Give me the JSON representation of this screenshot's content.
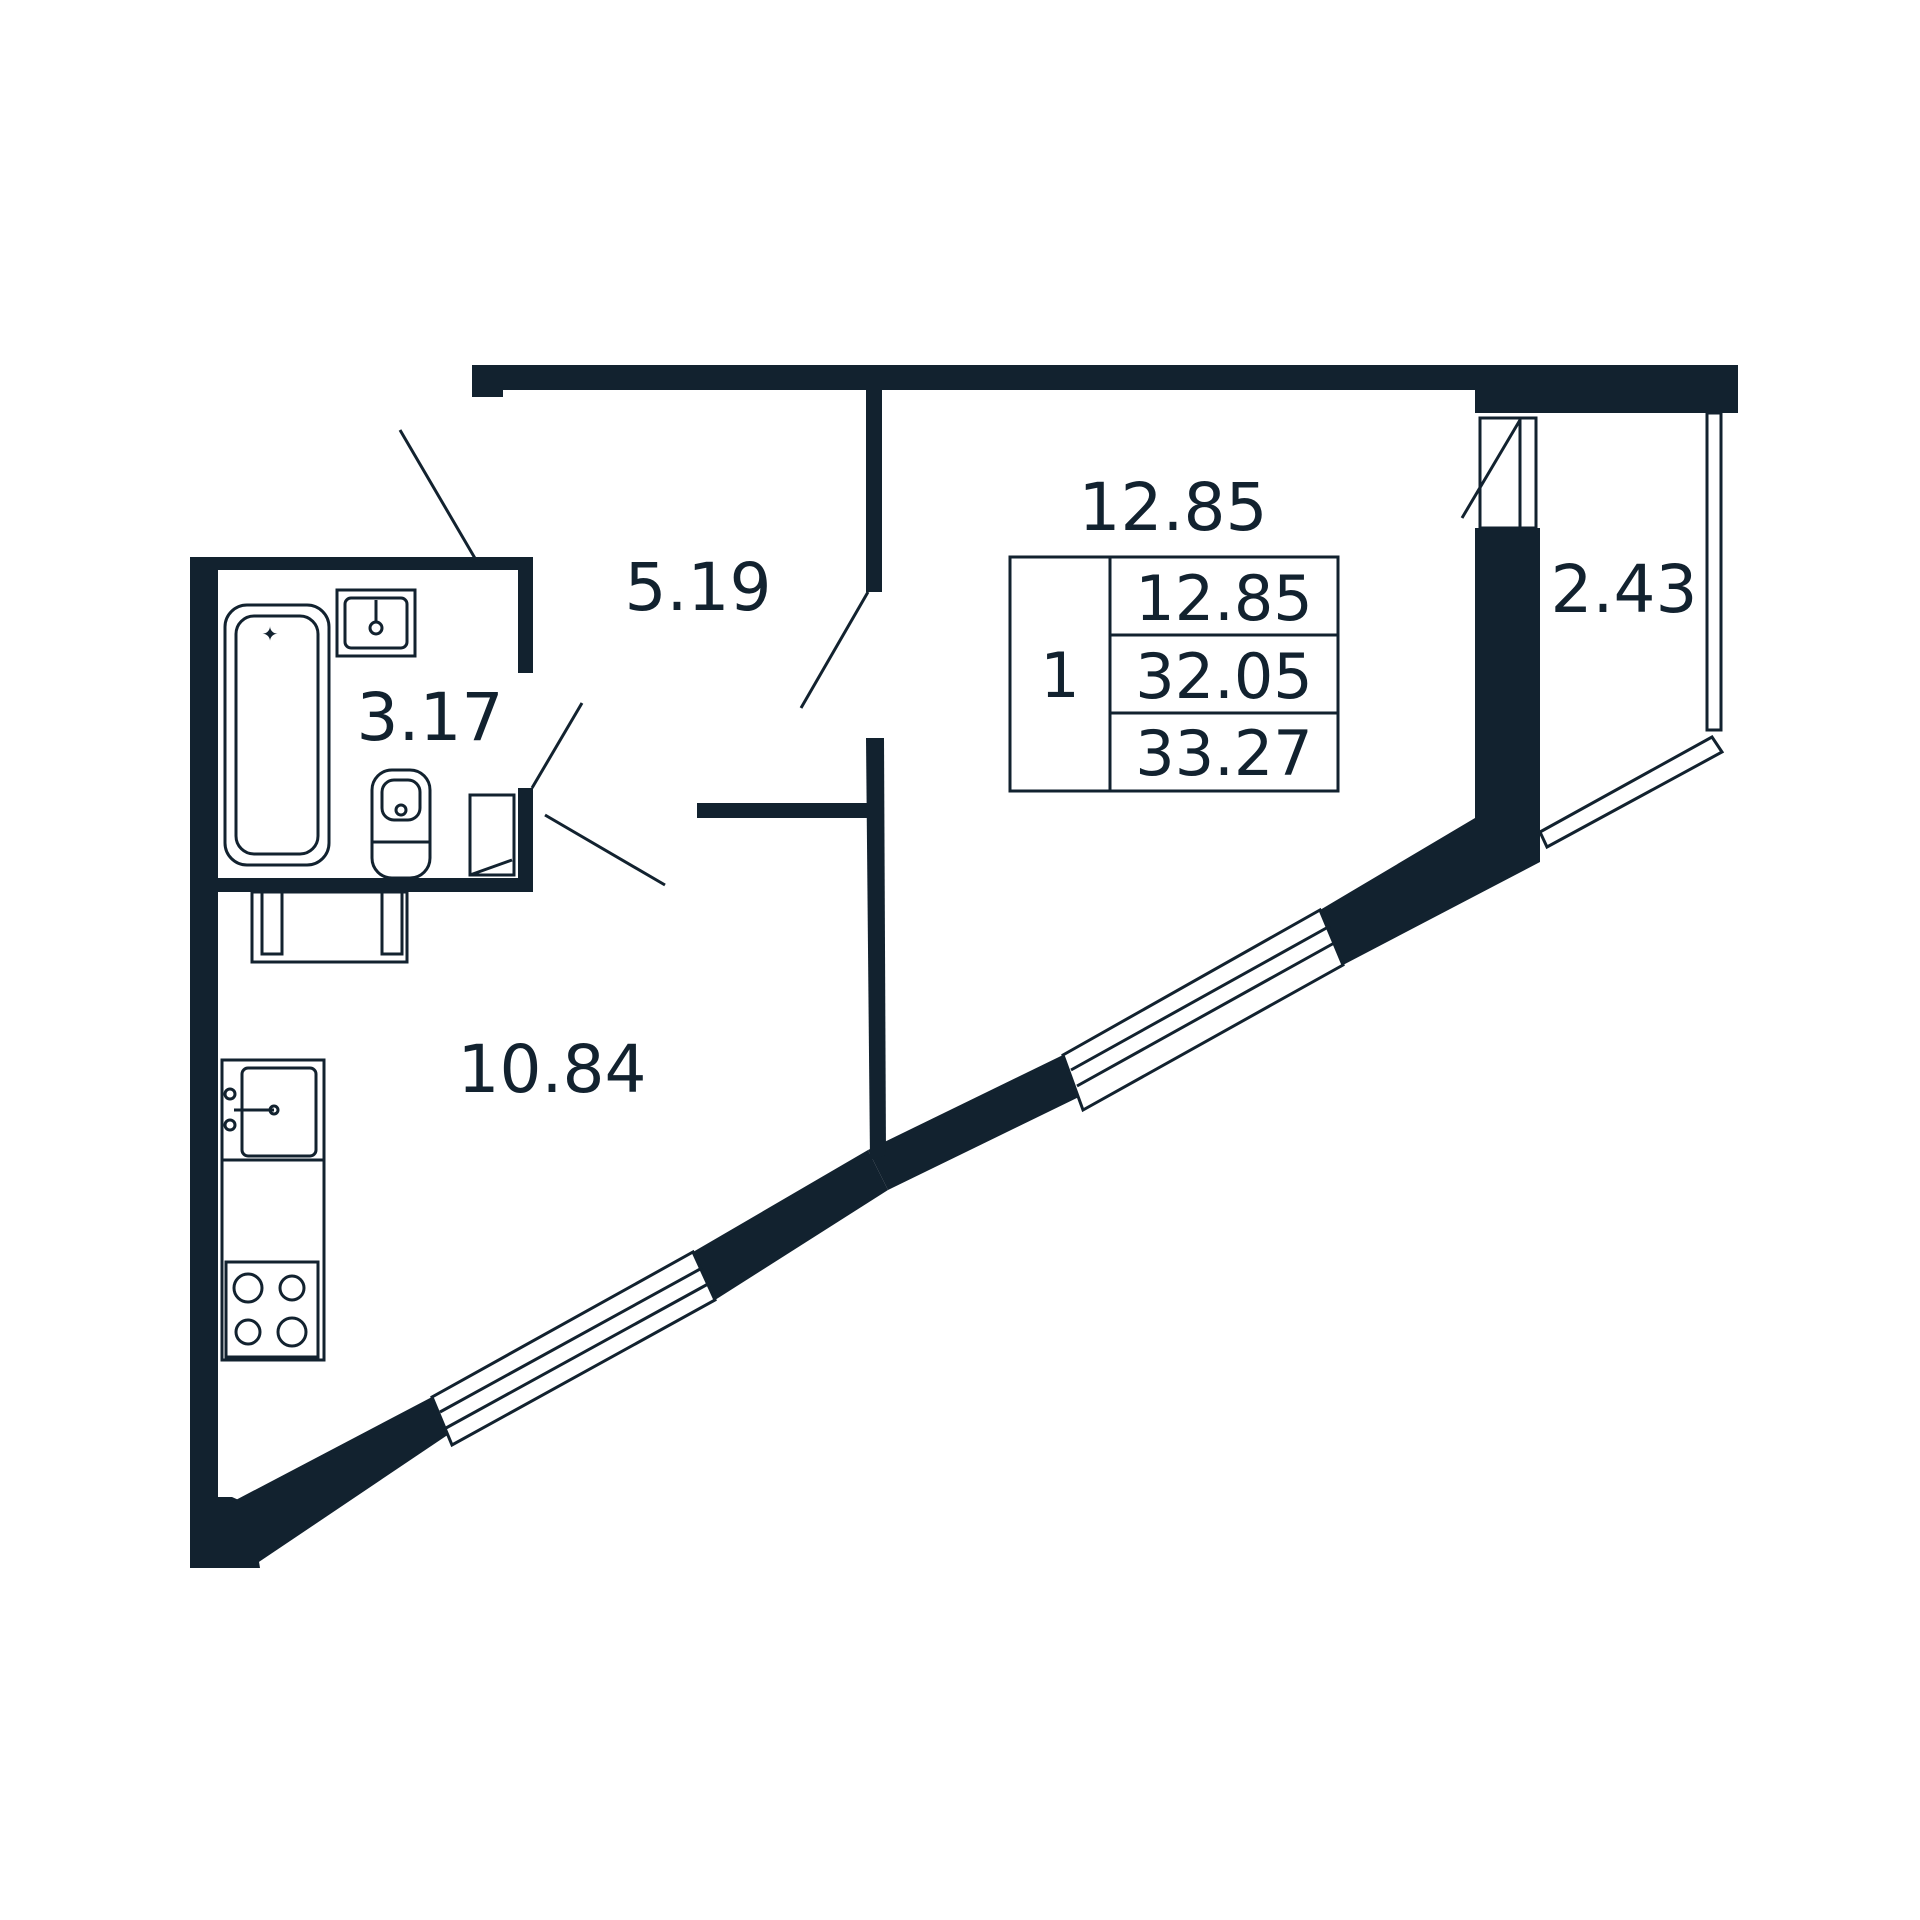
{
  "colors": {
    "wall": "#12222f",
    "background": "#ffffff"
  },
  "rooms": {
    "living_room": "12.85",
    "hallway": "5.19",
    "bathroom": "3.17",
    "kitchen": "10.84",
    "balcony": "2.43"
  },
  "summary": {
    "room_count": "1",
    "living_area": "12.85",
    "total_area": "32.05",
    "total_area_with_balcony": "33.27"
  }
}
